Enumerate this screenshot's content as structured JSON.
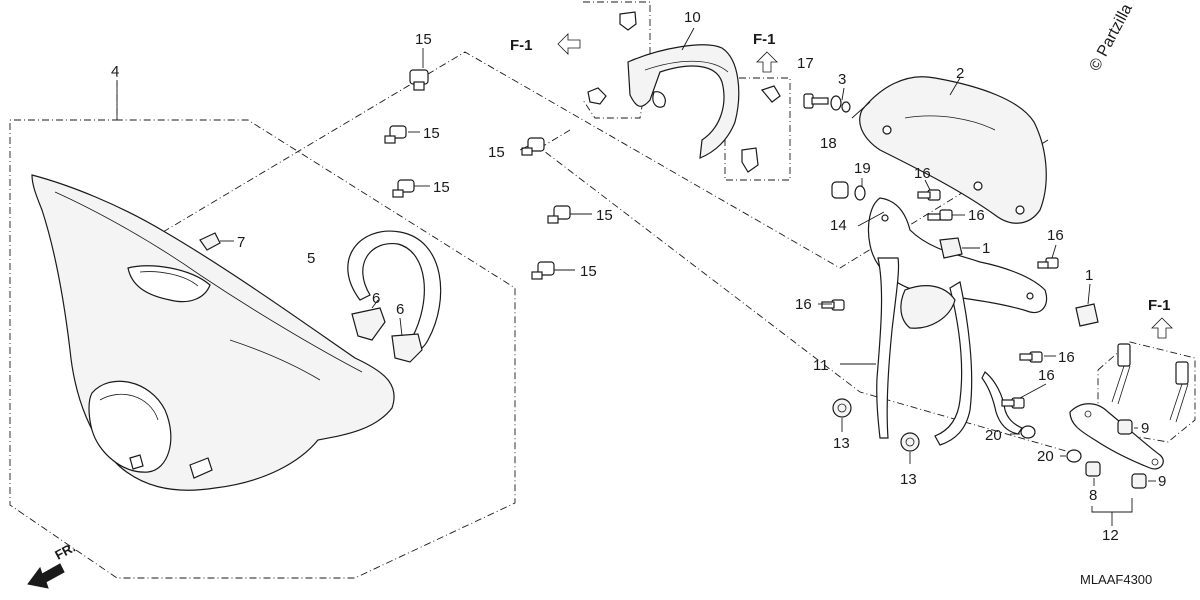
{
  "watermark": "© Partzilla",
  "diagram_code": "MLAAF4300",
  "direction_label": "FR.",
  "ref_label": "F-1",
  "callouts": {
    "c1a": "1",
    "c1b": "1",
    "c2": "2",
    "c3": "3",
    "c4": "4",
    "c5": "5",
    "c6a": "6",
    "c6b": "6",
    "c7": "7",
    "c8": "8",
    "c9a": "9",
    "c9b": "9",
    "c10": "10",
    "c11": "11",
    "c12": "12",
    "c13a": "13",
    "c13b": "13",
    "c14": "14",
    "c15a": "15",
    "c15b": "15",
    "c15c": "15",
    "c15d": "15",
    "c15e": "15",
    "c15f": "15",
    "c16a": "16",
    "c16b": "16",
    "c16c": "16",
    "c16d": "16",
    "c16e": "16",
    "c16f": "16",
    "c17": "17",
    "c18": "18",
    "c19": "19",
    "c20a": "20",
    "c20b": "20"
  }
}
